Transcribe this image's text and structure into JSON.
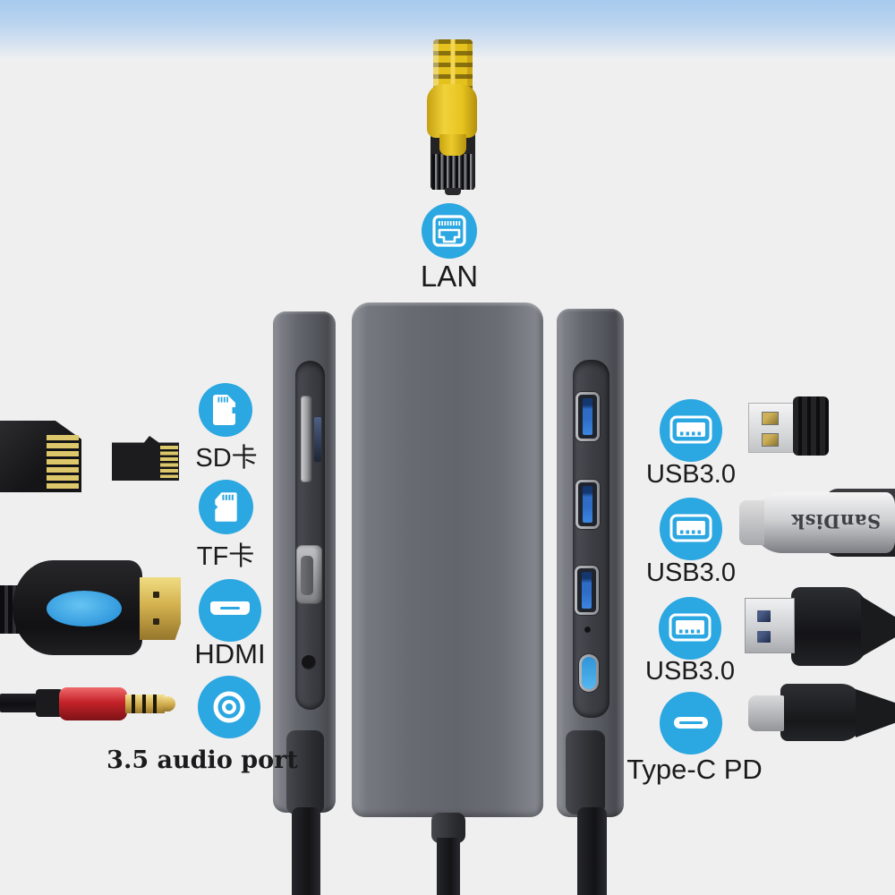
{
  "title": "USB-C hub ports diagram",
  "colors": {
    "background": "#EFEFEF",
    "sky_band": "#A7CAEE",
    "accent_blue": "#2BA7E1",
    "usb_tongue_blue": "#2E6CC6",
    "hdmi_logo_blue": "#3FA9E8",
    "audio_cable_red": "#C42329",
    "ethernet_yellow": "#E4C11D",
    "gold_pins": "#DCC76A",
    "hub_gray": "#63666D",
    "label_color": "#1B1B1D"
  },
  "callouts": {
    "lan": {
      "label": "LAN"
    },
    "sd_card": {
      "label": "SD卡"
    },
    "tf_card": {
      "label": "TF卡"
    },
    "hdmi": {
      "label": "HDMI"
    },
    "audio": {
      "label": "3.5 audio port"
    },
    "usb_1": {
      "label": "USB3.0"
    },
    "usb_2": {
      "label": "USB3.0"
    },
    "usb_3": {
      "label": "USB3.0"
    },
    "type_c": {
      "label": "Type-C PD"
    }
  },
  "photos": {
    "sandisk_brand": "SanDisk"
  }
}
